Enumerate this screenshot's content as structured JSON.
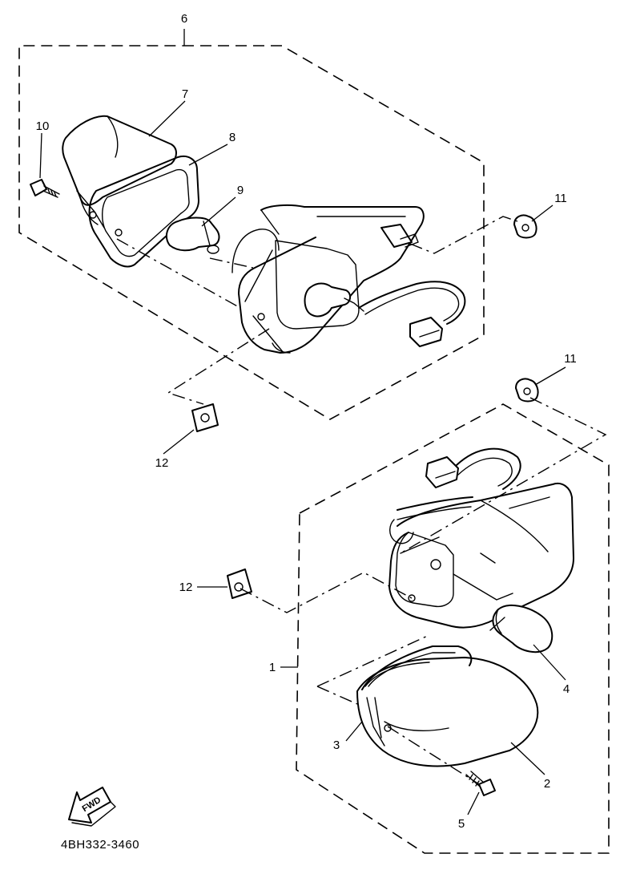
{
  "diagram": {
    "drawing_code": "4BH332-3460",
    "arrow_text": "FWD",
    "callouts": [
      "1",
      "2",
      "3",
      "4",
      "5",
      "6",
      "7",
      "8",
      "9",
      "10",
      "11",
      "11",
      "12",
      "12"
    ]
  }
}
